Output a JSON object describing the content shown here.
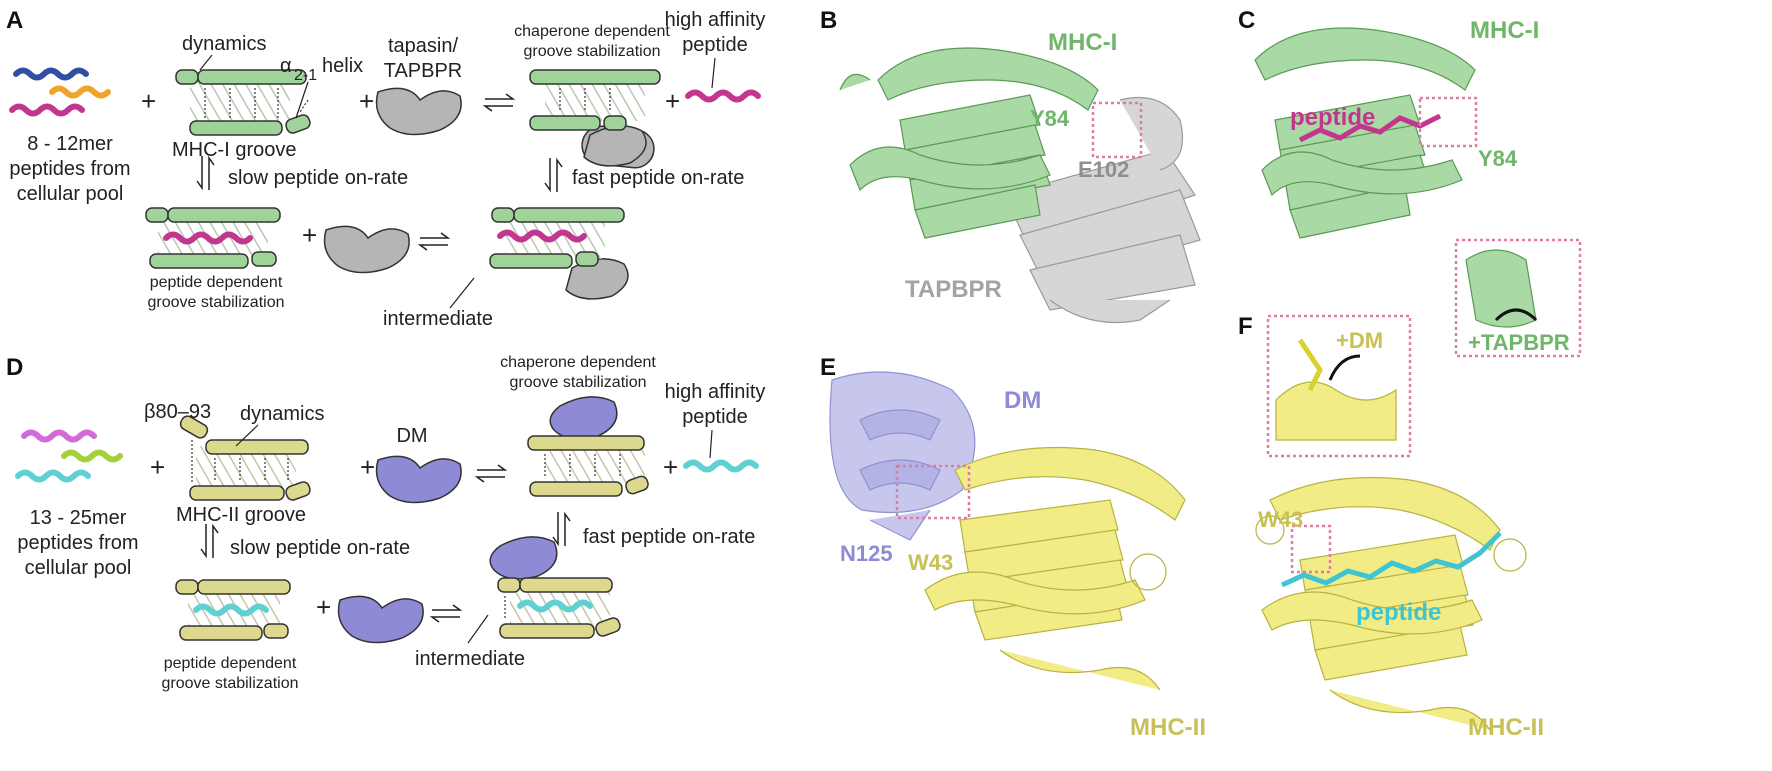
{
  "panels": {
    "A": {
      "letter": "A",
      "dynamics": "dynamics",
      "helix_main": "α",
      "helix_sub": "2-1",
      "helix_word": "helix",
      "groove": "MHC-I groove",
      "peptides_line1": "8 - 12mer",
      "peptides_line2": "peptides from",
      "peptides_line3": "cellular pool",
      "chaperone_line1": "tapasin/",
      "chaperone_line2": "TAPBPR",
      "chap_stab": "chaperone dependent",
      "chap_stab2": "groove stabilization",
      "high1": "high affinity",
      "high2": "peptide",
      "slow": "slow peptide on-rate",
      "fast": "fast peptide on-rate",
      "pep_stab1": "peptide dependent",
      "pep_stab2": "groove stabilization",
      "intermediate": "intermediate",
      "plus": "+"
    },
    "B": {
      "letter": "B",
      "mhc": "MHC-I",
      "y84": "Y84",
      "e102": "E102",
      "tapbpr": "TAPBPR"
    },
    "C": {
      "letter": "C",
      "mhc": "MHC-I",
      "peptide": "peptide",
      "y84": "Y84",
      "tapbpr_inset": "+TAPBPR"
    },
    "D": {
      "letter": "D",
      "beta": "β80–93",
      "dynamics": "dynamics",
      "groove": "MHC-II groove",
      "peptides_line1": "13 - 25mer",
      "peptides_line2": "peptides from",
      "peptides_line3": "cellular pool",
      "dm": "DM",
      "chap_stab": "chaperone dependent",
      "chap_stab2": "groove stabilization",
      "high1": "high affinity",
      "high2": "peptide",
      "slow": "slow peptide on-rate",
      "fast": "fast peptide on-rate",
      "pep_stab1": "peptide dependent",
      "pep_stab2": "groove stabilization",
      "intermediate": "intermediate",
      "plus": "+"
    },
    "E": {
      "letter": "E",
      "dm": "DM",
      "n125": "N125",
      "w43": "W43",
      "mhc": "MHC-II"
    },
    "F": {
      "letter": "F",
      "dm_inset": "+DM",
      "w43": "W43",
      "peptide": "peptide",
      "mhc": "MHC-II"
    }
  },
  "colors": {
    "mhc1_green": "#9fd39a",
    "mhc1_green_dark": "#4e8a4a",
    "mhc2_yellow": "#dcd98e",
    "mhc2_yellow_dark": "#8b8640",
    "tapbpr_gray": "#b5b5b5",
    "dm_purple": "#8e8ad6",
    "peptide_magenta": "#c2368f",
    "peptide_cyan": "#5fd1d3",
    "peptide_blue": "#2f4fa3",
    "peptide_orange": "#f2a42a",
    "peptide_violet": "#d46ad8",
    "peptide_lime": "#a6cf3a",
    "struct_yellow": "#eee86a",
    "struct_lavender": "#b9b9e6",
    "inset_pink": "#e07aa7"
  }
}
